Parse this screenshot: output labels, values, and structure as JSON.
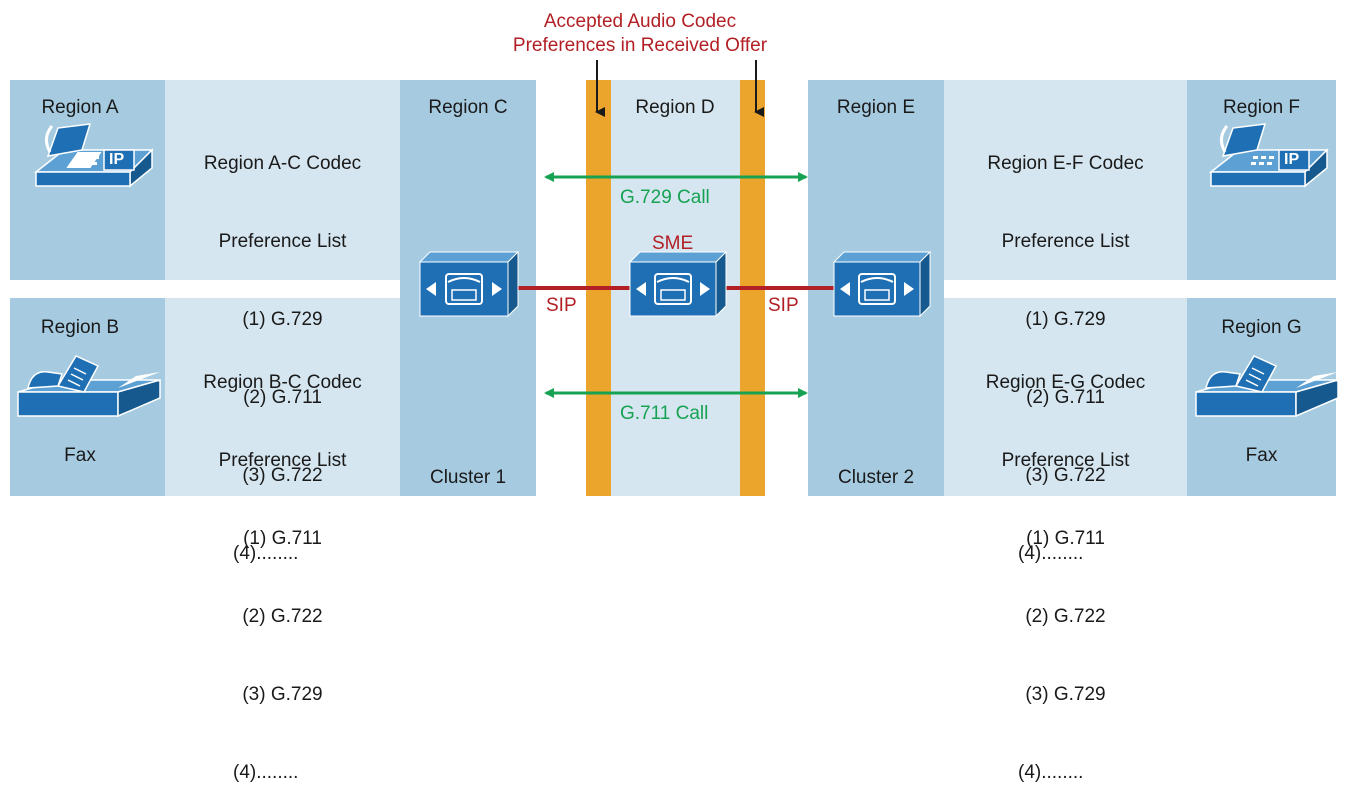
{
  "header": {
    "title_line1": "Accepted Audio Codec",
    "title_line2": "Preferences in Received Offer"
  },
  "regions": {
    "a": "Region A",
    "b": "Region B",
    "c": "Region C",
    "d": "Region D",
    "e": "Region E",
    "f": "Region F",
    "g": "Region G"
  },
  "devices": {
    "phone_label": "IP",
    "fax_label_b": "Fax",
    "fax_label_g": "Fax"
  },
  "clusters": {
    "c1": "Cluster 1",
    "c2": "Cluster 2"
  },
  "lists": {
    "ac": {
      "title1": "Region A-C Codec",
      "title2": "Preference List",
      "items": [
        "(1) G.729",
        "(2) G.711",
        "(3) G.722",
        "(4)........"
      ]
    },
    "bc": {
      "title1": "Region B-C Codec",
      "title2": "Preference List",
      "items": [
        "(1) G.711",
        "(2) G.722",
        "(3) G.729",
        "(4)........"
      ]
    },
    "ef": {
      "title1": "Region E-F Codec",
      "title2": "Preference List",
      "items": [
        "(1) G.729",
        "(2) G.711",
        "(3) G.722",
        "(4)........"
      ]
    },
    "eg": {
      "title1": "Region E-G Codec",
      "title2": "Preference List",
      "items": [
        "(1) G.711",
        "(2) G.722",
        "(3) G.729",
        "(4)........"
      ]
    }
  },
  "links": {
    "sme": "SME",
    "sip_left": "SIP",
    "sip_right": "SIP",
    "call_top": "G.729 Call",
    "call_bottom": "G.711 Call"
  },
  "colors": {
    "region_dark": "#a6cbe1",
    "region_light": "#d5e6f0",
    "strip": "#eba52d",
    "sip_line": "#b21f24",
    "call_arrow": "#17a253",
    "device_blue": "#1f6fb4"
  }
}
